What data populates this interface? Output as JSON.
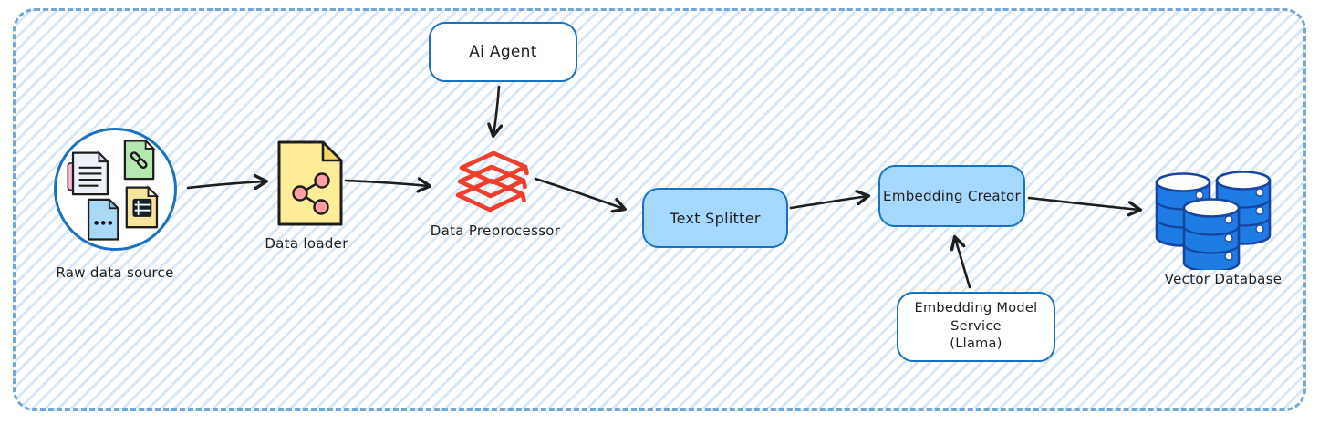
{
  "canvas": {
    "frame_border_color": "#74a7d8",
    "stripe_color": "#d9e8f8",
    "background": "#ffffff"
  },
  "colors": {
    "node_border_blue": "#1971c2",
    "node_fill_light_blue": "#a5d8ff",
    "node_fill_white": "#ffffff",
    "text": "#1e1e1e",
    "arrow": "#1e1e1e",
    "preprocessor_red": "#ee3f2c",
    "loader_yellow": "#ffec99",
    "share_dot_pink": "#ff9f9f",
    "db_fill_blue": "#1d7be3",
    "db_outline_blue": "#17449e",
    "doc_green": "#b4e7ae",
    "doc_blue": "#a9d9f7",
    "doc_yellow": "#f7e49d",
    "doc_pink_accent": "#fcb8d2"
  },
  "nodes": {
    "raw_data_source": {
      "label": "Raw data source"
    },
    "data_loader": {
      "label": "Data loader"
    },
    "ai_agent": {
      "label": "Ai Agent"
    },
    "data_preprocessor": {
      "label": "Data Preprocessor"
    },
    "text_splitter": {
      "label": "Text Splitter"
    },
    "embedding_creator": {
      "label": "Embedding Creator"
    },
    "embedding_model_service": {
      "line1": "Embedding Model Service",
      "line2": "(Llama)"
    },
    "vector_database": {
      "label": "Vector Database"
    }
  },
  "edges": [
    {
      "from": "raw_data_source",
      "to": "data_loader"
    },
    {
      "from": "data_loader",
      "to": "data_preprocessor"
    },
    {
      "from": "ai_agent",
      "to": "data_preprocessor"
    },
    {
      "from": "data_preprocessor",
      "to": "text_splitter"
    },
    {
      "from": "text_splitter",
      "to": "embedding_creator"
    },
    {
      "from": "embedding_model_service",
      "to": "embedding_creator"
    },
    {
      "from": "embedding_creator",
      "to": "vector_database"
    }
  ]
}
